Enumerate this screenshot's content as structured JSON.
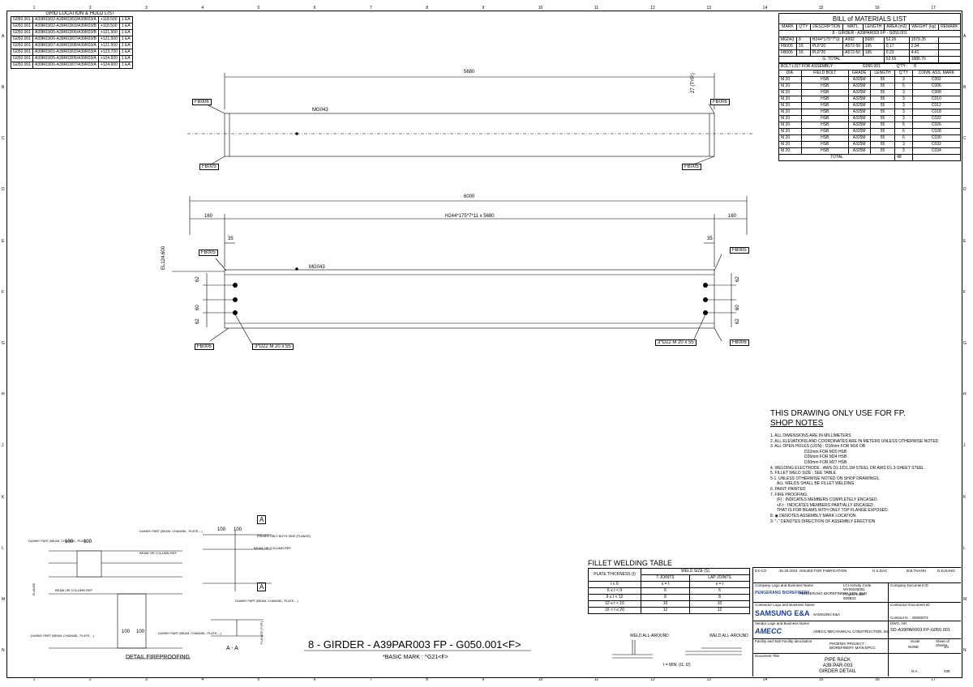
{
  "ruler": {
    "columns": [
      "1",
      "2",
      "3",
      "4",
      "5",
      "6",
      "7",
      "8",
      "9",
      "10",
      "11",
      "12",
      "13",
      "14",
      "15",
      "16",
      "17"
    ],
    "rows": [
      "A",
      "B",
      "C",
      "D",
      "E",
      "F",
      "G",
      "H",
      "J",
      "K",
      "L",
      "M",
      "N"
    ]
  },
  "grid_location": {
    "title": "GRID LOCATION  &  HOLD LIST",
    "rows": [
      [
        "G050.001",
        "A39R03/02-A39R03/03/A39R03/A",
        "+118.500",
        "1 EA"
      ],
      [
        "G050.001",
        "A39R03/02-A39R03/03/A39R03/B",
        "+118.500",
        "1 EA"
      ],
      [
        "G050.001",
        "A39R03/05-A39R03/06/A39R03/B",
        "+121.500",
        "1 EA"
      ],
      [
        "G050.001",
        "A39R03/06-A39R03/07/A39R03/B",
        "+121.500",
        "1 EA"
      ],
      [
        "G050.001",
        "A39R03/07-A39R03/08/A39R03/A",
        "+121.500",
        "1 EA"
      ],
      [
        "G050.001",
        "A39R03/01-A39R03/02/A39R03/A",
        "+123.700",
        "1 EA"
      ],
      [
        "G050.001",
        "A39R03/05-A39R03/06/A39R03/A",
        "+124.600",
        "1 EA"
      ],
      [
        "G050.001",
        "A39R03/06-A39R03/07/A39R03/A",
        "+124.600",
        "1 EA"
      ]
    ]
  },
  "bom": {
    "title": "BILL of MATERIALS LIST",
    "headers": [
      "MARK",
      "Q'TY",
      "DESCRIPTION",
      "MAT'L",
      "LENGTH",
      "AREA (m2)",
      "WEIGHT (kg)",
      "REMARK"
    ],
    "assembly": "8  -  GIRDER - A39PAR003 FP - G050.001",
    "rows": [
      [
        "MG043",
        "8",
        "H244*175*7*11",
        "A992",
        "5680",
        "52.26",
        "1579.35",
        ""
      ],
      [
        "FB005",
        "16",
        "PL6*20",
        "A572-50",
        "195",
        "0.17",
        "2.94",
        ""
      ],
      [
        "FB006",
        "16",
        "PL6*20",
        "A572-50",
        "195",
        "0.23",
        "4.41",
        ""
      ]
    ],
    "total_label": "G. TOTAL",
    "total_area": "52.65",
    "total_weight": "1986.70",
    "bolt_title": "BOLT LIST FOR ASSEMBLY :",
    "bolt_assembly": "G050.001",
    "bolt_qty_label": "Q'TY :",
    "bolt_qty": "8",
    "bolt_headers": [
      "DIA.",
      "FIELD BOLT",
      "GRADE",
      "LENGTH",
      "Q'TY",
      "CONN. ASS. MARK"
    ],
    "bolt_rows": [
      [
        "M 20",
        "HSB",
        "A325M",
        "55",
        "3",
        "C002"
      ],
      [
        "M 20",
        "HSB",
        "A325M",
        "55",
        "6",
        "C006"
      ],
      [
        "M 20",
        "HSB",
        "A325M",
        "55",
        "3",
        "C008"
      ],
      [
        "M 20",
        "HSB",
        "A325M",
        "55",
        "3",
        "C010"
      ],
      [
        "M 20",
        "HSB",
        "A325M",
        "55",
        "3",
        "C012"
      ],
      [
        "M 20",
        "HSB",
        "A325M",
        "55",
        "3",
        "C018"
      ],
      [
        "M 20",
        "HSB",
        "A325M",
        "55",
        "3",
        "C022"
      ],
      [
        "M 20",
        "HSB",
        "A325M",
        "55",
        "6",
        "C026"
      ],
      [
        "M 20",
        "HSB",
        "A325M",
        "55",
        "6",
        "C028"
      ],
      [
        "M 20",
        "HSB",
        "A325M",
        "55",
        "6",
        "C030"
      ],
      [
        "M 20",
        "HSB",
        "A325M",
        "55",
        "3",
        "C032"
      ],
      [
        "M 20",
        "HSB",
        "A325M",
        "55",
        "3",
        "C034"
      ]
    ],
    "bolt_total_label": "TOTAL",
    "bolt_total": "48"
  },
  "plan_view": {
    "dim_length": "5680",
    "member": "MG043",
    "tag_fb006": "FB006",
    "tag_fb005": "FB005",
    "typ": "27 (TYP.)"
  },
  "elev_view": {
    "dim_total": "6000",
    "dim_left": "160",
    "dim_right": "160",
    "desc": "H244*175*7*11 x 5680",
    "el": "EL124.600",
    "dim_35": "35",
    "d62": "62",
    "d60": "60",
    "member": "MG043",
    "tag_fb005": "FB005",
    "tag_fb006": "FB006",
    "holes": "3*D22  M 20 x 55"
  },
  "notes": {
    "line1": "THIS DRAWING ONLY USE FOR FP.",
    "line2": "SHOP NOTES",
    "items": [
      "1. ALL DIMENSIONS ARE IN MILLIMETERS",
      "2. ALL ELEVATIONS AND COORDINATES ARE IN METERS UNLESS OTHERWISE NOTED",
      "3. ALL OPEN HOLES (UON) : D18mm FOR M16 OB",
      "D22mm FOR M20 HSB",
      "D26mm FOR M24 HSB",
      "D30mm FOR M27 HSB",
      "4. WELDING ELECTRODE : AWS D1.1/D1.1M-STEEL OR AWS D1.3-SHEET STEEL",
      "5. FILLET WELD SIZE : SEE TABLE",
      "5-1. UNLESS OTHERWISE NOTED ON SHOP DRAWINGS,",
      "ALL WELDS SHALL BE FILLET WELDING.",
      "6. PAINT: PAINTED",
      "7. FIRE PROOFING:",
      "(F) : INDICATES MEMBERS COMPLETELY ENCASED.",
      "<F> : INDICATES MEMBERS PARTIALLY ENCASED",
      "THAT IS FOR BEAMS WITH ONLY TOP FLANGE EXPOSED.",
      "8. ◉ DENOTES ASSEMBLY MARK LOCATION.",
      "9. \"↓\" DENOTES DIRECTION OF ASSEMBLY ERECTION"
    ]
  },
  "fillet": {
    "title": "FILLET WELDING TABLE",
    "col1": "PLATE THICKNESS (t)",
    "col2": "WELD SIZE (S)",
    "sub1": "T JOINTS",
    "sub2": "LAP JOINTS",
    "rows": [
      [
        "t ≤ 6",
        "s = t",
        "s = t"
      ],
      [
        "6 ≤ t < 9",
        "6",
        "6"
      ],
      [
        "9 ≤ t < 12",
        "8",
        "8"
      ],
      [
        "12 ≤ t < 16",
        "10",
        "10"
      ],
      [
        "16 < t ≤ 20",
        "12",
        "12"
      ]
    ],
    "weld1": "WELD ALL-AROUND",
    "weld2": "WELD ALL-AROUND",
    "tmin": "t = MIN. (t1, t2)"
  },
  "detail": {
    "title": "DETAIL FIREPROOFING",
    "section": "A - A",
    "dummy": "DUMMY PART (BEAM, CHANNEL, PLATE,...)",
    "beam_ref": "BEAM OR COLUMN REF.",
    "flange": "FLANGE",
    "flange_typ": "FLANGE (TYP.)",
    "primer": "PRIMER ONLY BOTH SIDE (FLANGE)",
    "d100": "100",
    "a": "A"
  },
  "main_title": "8  -  GIRDER - A39PAR003 FP - G050.001<F>",
  "basic_mark": "*BASIC MARK :    ^G21<F>",
  "titleblock": {
    "rev": "EX-CO",
    "rev_date": "3n.20.2024",
    "rev_desc": "ISSUED FOR FABRICATION",
    "prep": "H.S.DAC",
    "chk": "B.B.THANH",
    "appr": "D.D.DANG",
    "company_label": "Company Logo and Business Name",
    "company_name": "PENGERANG BIOREFINERY SDN. BHD",
    "pbr": "PENGERANG BIOREFINERY",
    "contractor_label": "Contractor Logo and Business Name",
    "samsung": "SAMSUNG E&A",
    "samsung_name": "SAMSUNG E&A",
    "vendor_label": "Vendor Logo and Business Name",
    "amecc": "AMECC",
    "amecc_name": "AMECC MECHANICAL CONSTRUCTION JSC",
    "doc_title_label": "Document Title",
    "doc_title1": "PIPE RACK",
    "doc_title2": "A39-PAR-003",
    "doc_title3": "GIRDER DETAIL",
    "dwg_no_label": "DWG. NO",
    "dwg_no": "SD-A39PAR003 FP-G050.001",
    "scale_label": "Scale",
    "scale": "NONE",
    "sheet_label": "Sheet of Sheets",
    "sheet": "1/1",
    "plant_area": "N.A.",
    "func_unit": "039",
    "project": "PHOENIX PROJECT : BIOREFINERY MAIN EPCC",
    "lci": "LCI Activity Code",
    "lci_code": "MY00240001",
    "proj_code": "Project Code",
    "proj_code_v": "000B23",
    "company_doc": "Company Document ID",
    "contractor_doc": "Contractor Document ID",
    "contract": "Contract N. : 30000073",
    "facility": "Facility and Sub Facility description"
  }
}
